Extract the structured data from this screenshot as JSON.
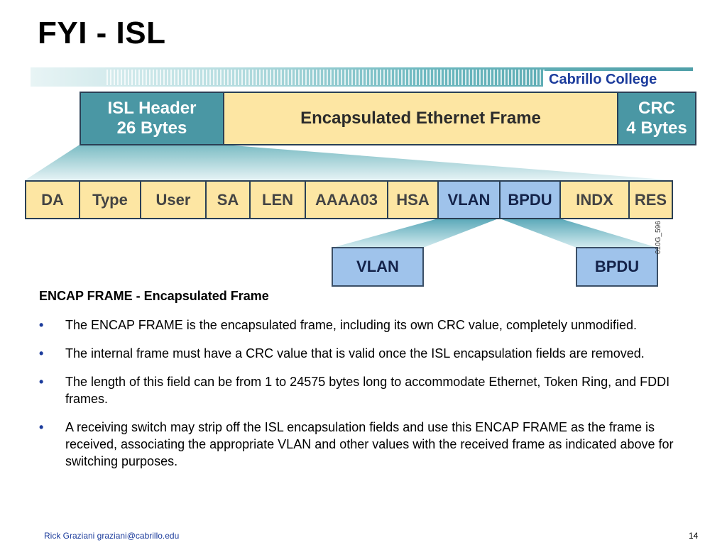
{
  "slide": {
    "title": "FYI - ISL",
    "brand": "Cabrillo College"
  },
  "frame": {
    "header_line1": "ISL Header",
    "header_line2": "26 Bytes",
    "payload": "Encapsulated Ethernet Frame",
    "crc_line1": "CRC",
    "crc_line2": "4 Bytes"
  },
  "fields": [
    "DA",
    "Type",
    "User",
    "SA",
    "LEN",
    "AAAA03",
    "HSA",
    "VLAN",
    "BPDU",
    "INDX",
    "RES"
  ],
  "expanded": {
    "left": "VLAN",
    "right": "BPDU"
  },
  "diagram_code": "010G_596",
  "content": {
    "heading": "ENCAP FRAME - Encapsulated Frame",
    "bullet_char": "•",
    "bullets": [
      "The ENCAP FRAME is the encapsulated frame, including its own CRC value, completely unmodified.",
      "The internal frame must have a CRC value that is valid once the ISL encapsulation fields are removed.",
      "The length of this field can be from 1 to 24575 bytes long to accommodate Ethernet, Token Ring, and FDDI frames.",
      "A receiving switch may strip off the ISL encapsulation fields and use this ENCAP FRAME as the frame is received, associating the appropriate VLAN and other values with the received frame as indicated above for switching purposes."
    ]
  },
  "footer": {
    "author": "Rick Graziani  graziani@cabrillo.edu",
    "page": "14"
  }
}
